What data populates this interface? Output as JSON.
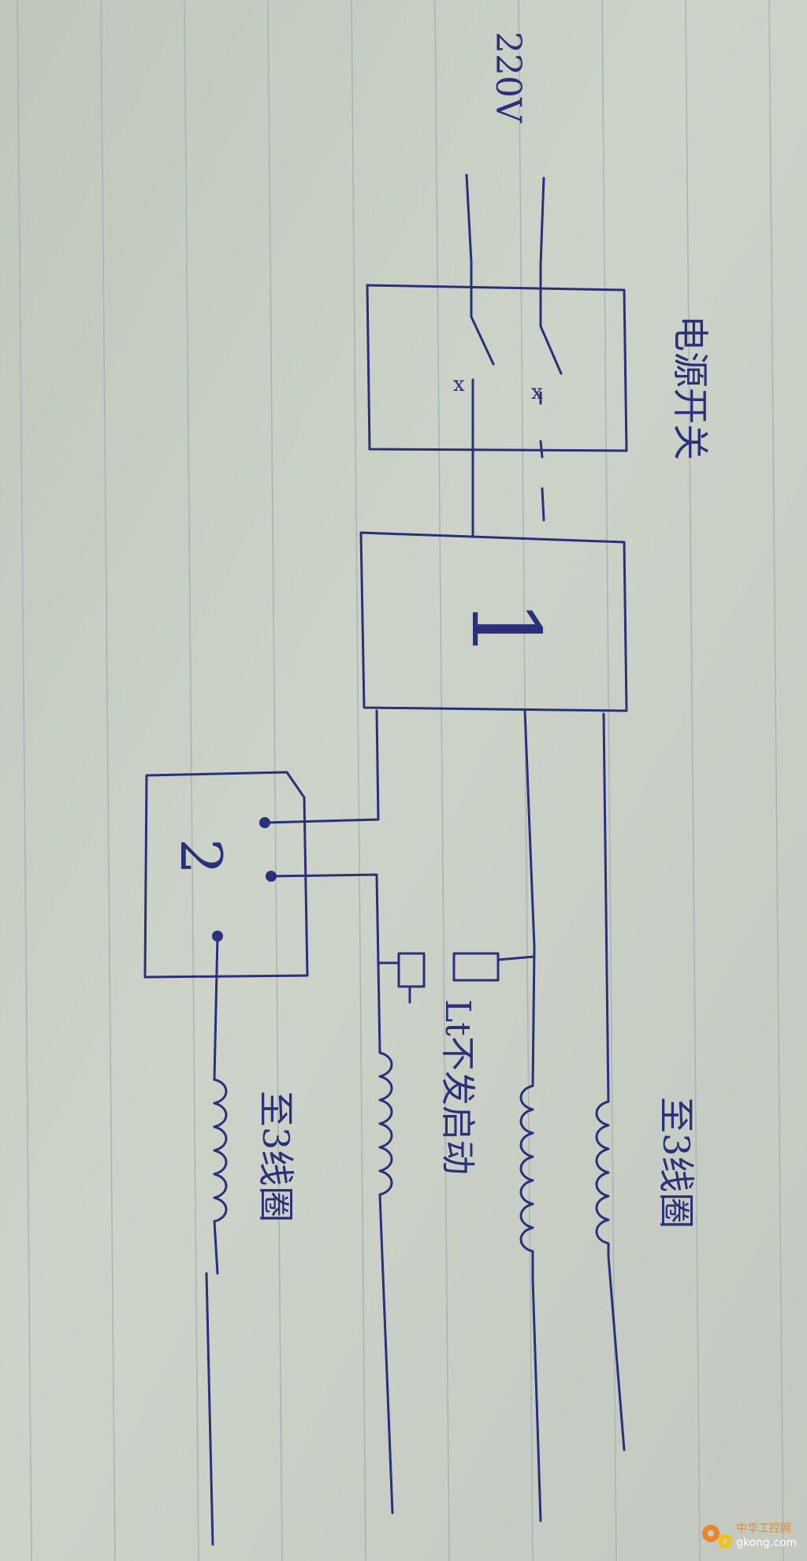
{
  "diagram": {
    "supply_label": "220V",
    "breaker_label": "电源开关",
    "box1_label": "1",
    "box2_label": "2",
    "starter_label": "Lt不发启动",
    "coil_right_label": "至3线圈",
    "coil_left_label": "至3线圈",
    "breaker_contact_mark": "x"
  },
  "watermark": {
    "text": "中华工控网",
    "url": "gkong.com"
  },
  "colors": {
    "ink": "#2c2f7a",
    "paper": "#c9cfc4",
    "rule_line": "#a9b3b4",
    "watermark_orange": "#e8862a",
    "watermark_yellow": "#f2c21b"
  }
}
